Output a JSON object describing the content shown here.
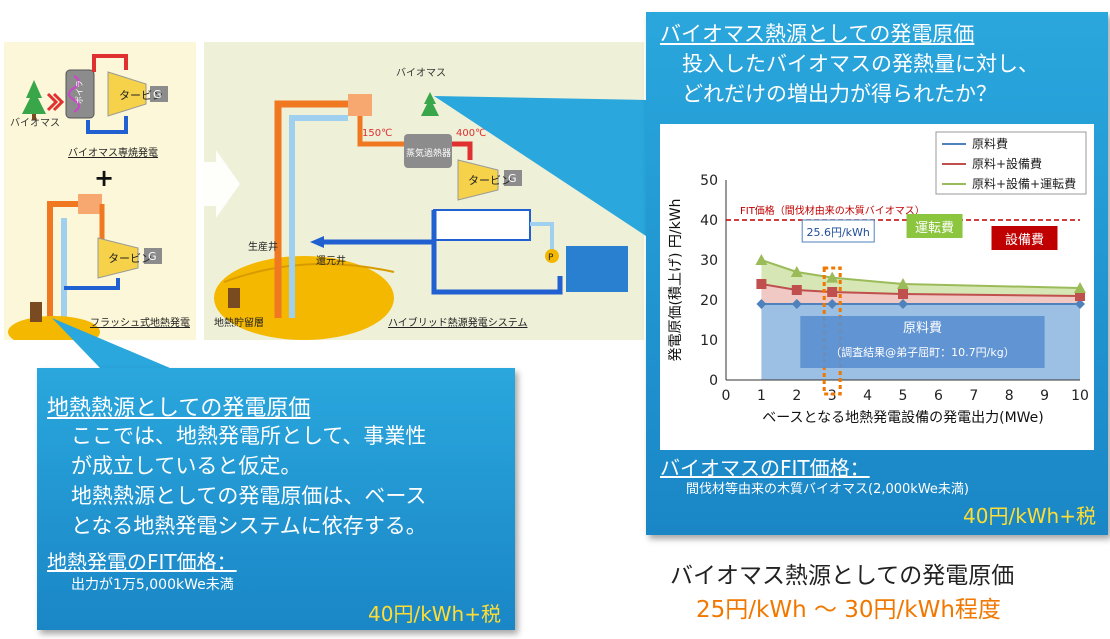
{
  "diagram": {
    "biomass_label": "バイオマス",
    "boiler_label": "ボイラ",
    "turbine_label": "タービン",
    "generator_label": "G",
    "plus_label": "+",
    "biomass_power_label": "バイオマス専焼発電",
    "flash_power_label": "フラッシュ式地熱発電",
    "production_well_label": "生産井",
    "reinjection_well_label": "還元井",
    "reservoir_label": "地熱貯留層",
    "hybrid_system_label": "ハイブリッド熱源発電システム",
    "biomass_top_label": "バイオマス",
    "temp_150_label": "150℃",
    "temp_400_label": "400℃",
    "superheater_label": "蒸気過熱器",
    "pump_label": "P"
  },
  "left_box": {
    "title": "地熱熱源としての発電原価",
    "line1": "ここでは、地熱発電所として、事業性",
    "line2": "が成立していると仮定。",
    "line3": "地熱熱源としての発電原価は、ベース",
    "line4": "となる地熱発電システムに依存する。",
    "fit_title": "地熱発電のFIT価格：",
    "fit_condition": "出力が1万5,000kWe未満",
    "fit_price": "40円/kWh+税"
  },
  "right_box": {
    "title": "バイオマス熱源としての発電原価",
    "line1": "投入したバイオマスの発熱量に対し、",
    "line2": "どれだけの増出力が得られたか？",
    "fit_title": "バイオマスのFIT価格：",
    "fit_condition": "間伐材等由来の木質バイオマス(2,000kWe未満)",
    "fit_price": "40円/kWh+税"
  },
  "conclusion": {
    "title": "バイオマス熱源としての発電原価",
    "range": "25円/kWh ～ 30円/kWh程度"
  },
  "colors": {
    "callout_blue": "#1f94d2",
    "fit_line": "#c00000",
    "series_raw": "#4f81bd",
    "series_equipment": "#c0504d",
    "series_operation": "#9bbb59",
    "highlight_orange": "#ffcc33",
    "conclusion_orange": "#f07800"
  },
  "chart_data": {
    "type": "line",
    "xlabel": "ベースとなる地熱発電設備の発電出力(MWe)",
    "ylabel": "発電原価(積上げ) 円/kWh",
    "xlim": [
      0,
      10
    ],
    "ylim": [
      0,
      50
    ],
    "xticks": [
      0,
      1,
      2,
      3,
      4,
      5,
      6,
      7,
      8,
      9,
      10
    ],
    "yticks": [
      0,
      10,
      20,
      30,
      40,
      50
    ],
    "x": [
      1,
      2,
      3,
      5,
      10
    ],
    "series": [
      {
        "name": "原料費",
        "values": [
          19,
          19,
          19,
          19,
          19
        ]
      },
      {
        "name": "原料+設備費",
        "values": [
          24,
          22.5,
          22,
          21.5,
          21
        ]
      },
      {
        "name": "原料+設備+運転費",
        "values": [
          30,
          27,
          25.6,
          24,
          23
        ]
      }
    ],
    "legend_position": "top-right",
    "fit_line": {
      "value": 40,
      "label": "FIT価格（間伐材由来の木質バイオマス）"
    },
    "highlight": {
      "x": 3,
      "label": "25.6円/kWh"
    },
    "annotations": {
      "operation": "運転費",
      "equipment": "設備費",
      "raw": "原料費",
      "raw_note": "（調査結果@弟子屈町：10.7円/kg）"
    }
  }
}
